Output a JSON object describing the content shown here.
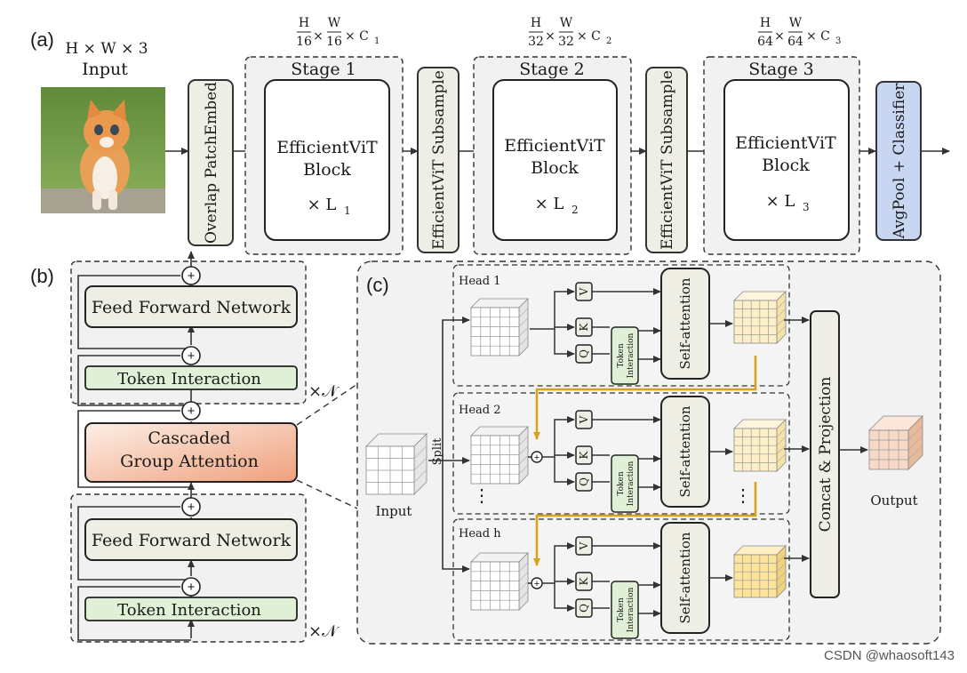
{
  "panel_labels": {
    "a": "(a)",
    "b": "(b)",
    "c": "(c)"
  },
  "input": {
    "dims": "H × W × 3",
    "label": "Input"
  },
  "overlap_embed": "Overlap PatchEmbed",
  "stages": [
    {
      "dim_num_h": "H",
      "dim_den_h": "16",
      "dim_num_w": "W",
      "dim_den_w": "16",
      "dim_c": "× C",
      "dim_c_sub": "1",
      "title": "Stage 1",
      "block_line1": "EfficientViT",
      "block_line2": "Block",
      "repeat": "× L",
      "repeat_sub": "1"
    },
    {
      "dim_num_h": "H",
      "dim_den_h": "32",
      "dim_num_w": "W",
      "dim_den_w": "32",
      "dim_c": "× C",
      "dim_c_sub": "2",
      "title": "Stage 2",
      "block_line1": "EfficientViT",
      "block_line2": "Block",
      "repeat": "× L",
      "repeat_sub": "2"
    },
    {
      "dim_num_h": "H",
      "dim_den_h": "64",
      "dim_num_w": "W",
      "dim_den_w": "64",
      "dim_c": "× C",
      "dim_c_sub": "3",
      "title": "Stage 3",
      "block_line1": "EfficientViT",
      "block_line2": "Block",
      "repeat": "× L",
      "repeat_sub": "3"
    }
  ],
  "subsample": "EfficientViT Subsample",
  "classifier": "AvgPool + Classifier",
  "block_b": {
    "ffn": "Feed Forward Network",
    "token_interaction": "Token Interaction",
    "cga_line1": "Cascaded",
    "cga_line2": "Group Attention",
    "repeat_n": "×𝒩",
    "plus": "+",
    "times": "×"
  },
  "panel_c": {
    "input": "Input",
    "split": "Split",
    "heads": [
      "Head 1",
      "Head 2",
      "Head h"
    ],
    "v": "V",
    "k": "K",
    "q": "Q",
    "token_line1": "Token",
    "token_line2": "Interaction",
    "self_attention": "Self-attention",
    "concat": "Concat & Projection",
    "output": "Output",
    "ellipsis": "⋮"
  },
  "watermark": "CSDN @whaosoft143",
  "colors": {
    "box_fill": "#efeee4",
    "panel_fill": "#f2f2f2",
    "token_fill": "#dff0d6",
    "cga_fill_top": "#fbe8dc",
    "cga_fill_bottom": "#f0a784",
    "classifier_fill": "#c9d6f2",
    "cascade_arrow": "#d9a21b",
    "attn_out": "#fdf0c8",
    "output_cube": "#f8d8c6"
  }
}
